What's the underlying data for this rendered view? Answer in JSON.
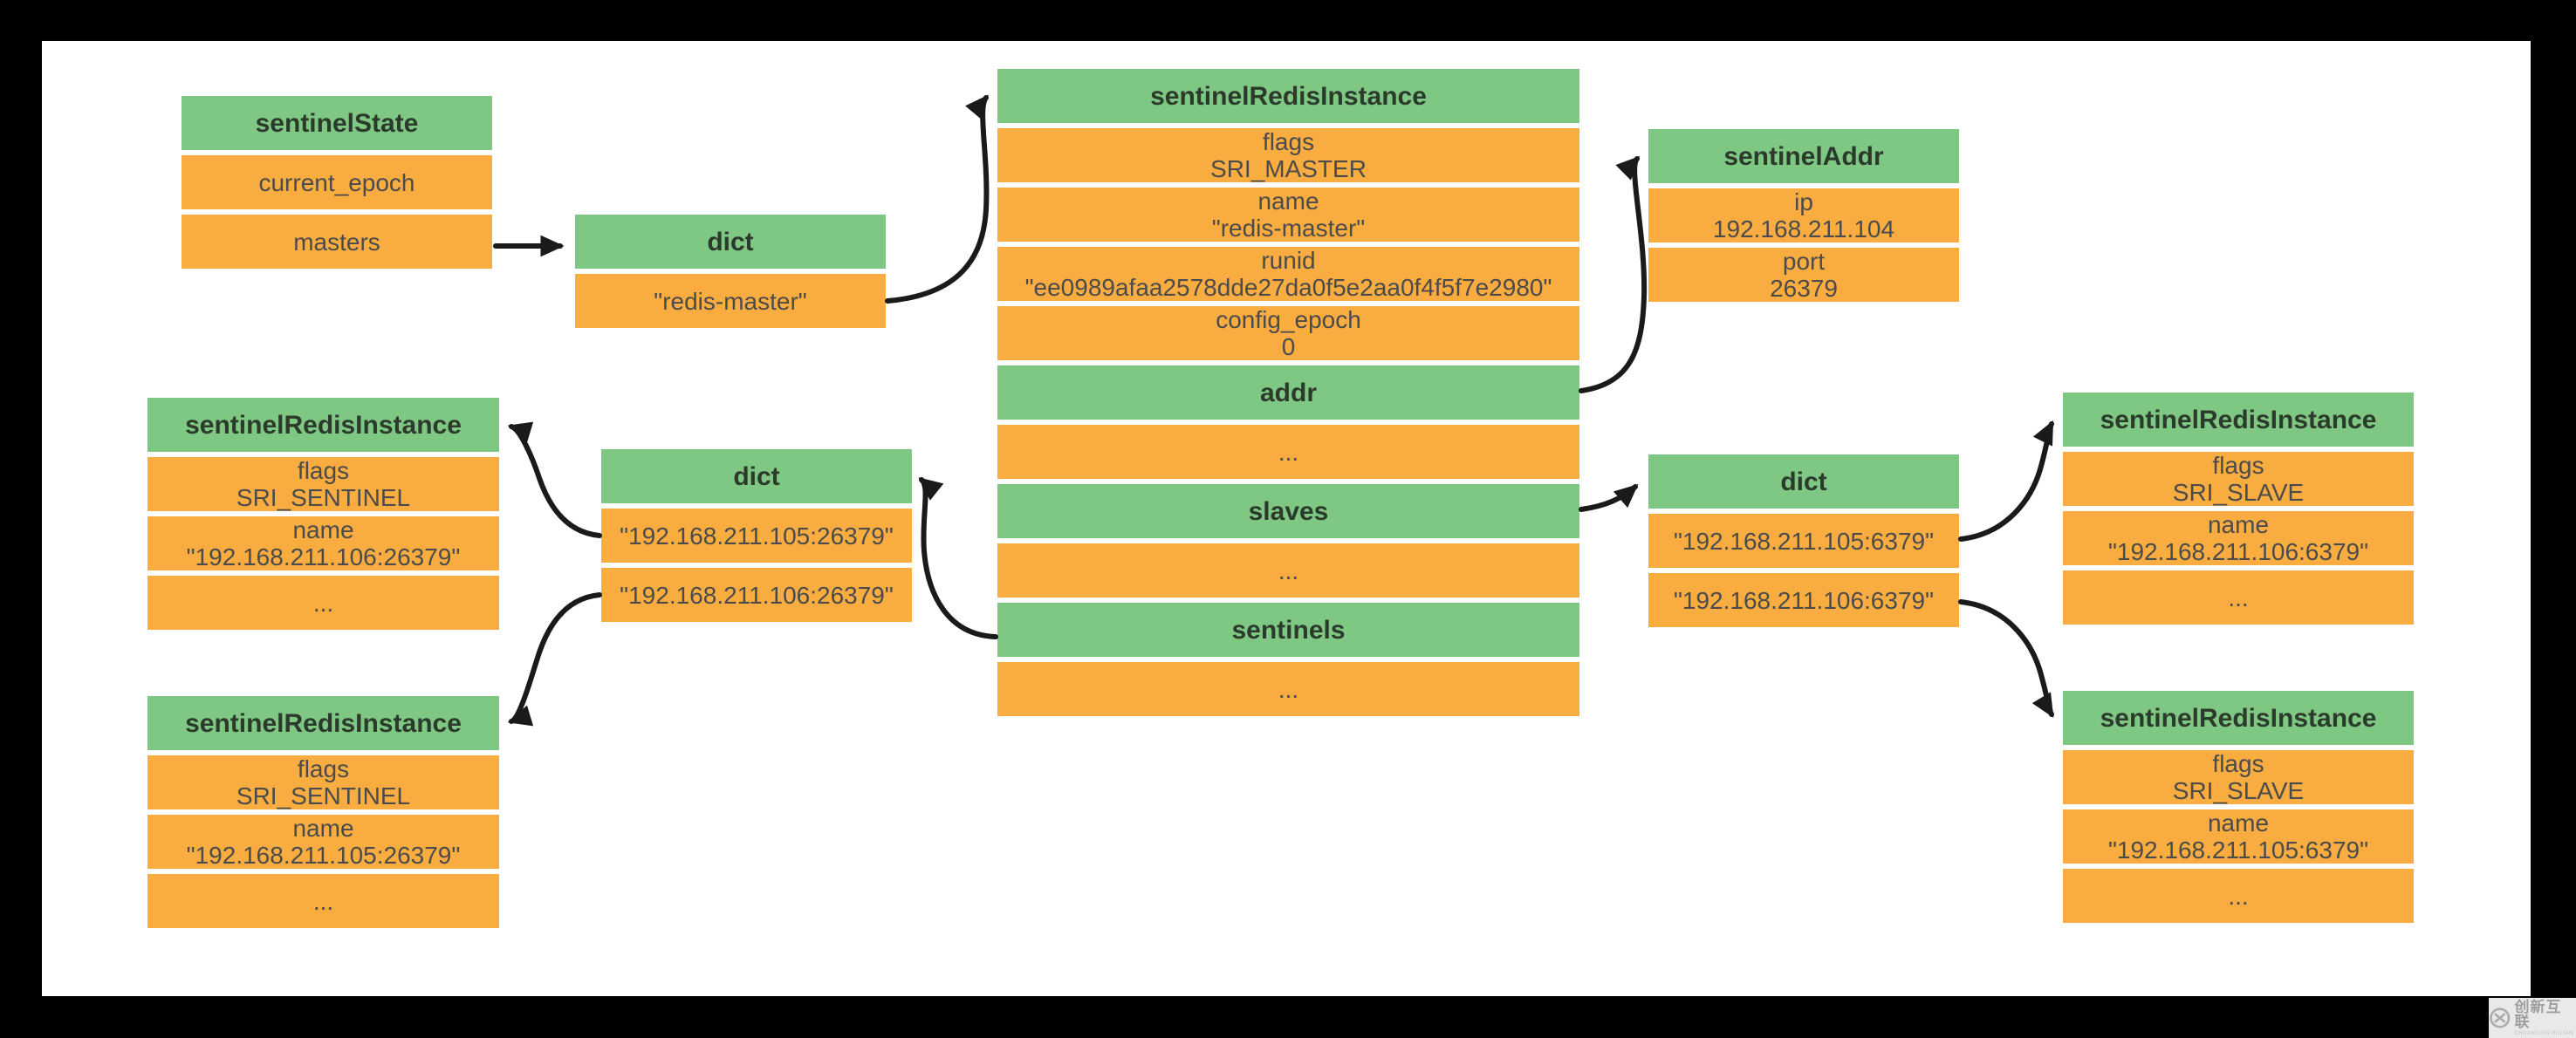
{
  "colors": {
    "green": "#7ec883",
    "orange": "#f9ac40",
    "arrow": "#1a1a1a",
    "canvas": "#ffffff",
    "frame": "#000000"
  },
  "nodes": {
    "sentinel_state": {
      "title": "sentinelState",
      "rows": [
        {
          "label": "current_epoch"
        },
        {
          "label": "masters"
        }
      ]
    },
    "dict_masters": {
      "title": "dict",
      "rows": [
        {
          "label": "\"redis-master\""
        }
      ]
    },
    "master_instance": {
      "title": "sentinelRedisInstance",
      "rows": [
        {
          "label": "flags",
          "value": "SRI_MASTER"
        },
        {
          "label": "name",
          "value": "\"redis-master\""
        },
        {
          "label": "runid",
          "value": "\"ee0989afaa2578dde27da0f5e2aa0f4f5f7e2980\""
        },
        {
          "label": "config_epoch",
          "value": "0"
        },
        {
          "label": "addr"
        },
        {
          "label": "..."
        },
        {
          "label": "slaves"
        },
        {
          "label": "..."
        },
        {
          "label": "sentinels"
        },
        {
          "label": "..."
        }
      ]
    },
    "sentinel_addr": {
      "title": "sentinelAddr",
      "rows": [
        {
          "label": "ip",
          "value": "192.168.211.104"
        },
        {
          "label": "port",
          "value": "26379"
        }
      ]
    },
    "dict_slaves": {
      "title": "dict",
      "rows": [
        {
          "label": "\"192.168.211.105:6379\""
        },
        {
          "label": "\"192.168.211.106:6379\""
        }
      ]
    },
    "slave_106": {
      "title": "sentinelRedisInstance",
      "rows": [
        {
          "label": "flags",
          "value": "SRI_SLAVE"
        },
        {
          "label": "name",
          "value": "\"192.168.211.106:6379\""
        },
        {
          "label": "..."
        }
      ]
    },
    "slave_105": {
      "title": "sentinelRedisInstance",
      "rows": [
        {
          "label": "flags",
          "value": "SRI_SLAVE"
        },
        {
          "label": "name",
          "value": "\"192.168.211.105:6379\""
        },
        {
          "label": "..."
        }
      ]
    },
    "dict_sentinels": {
      "title": "dict",
      "rows": [
        {
          "label": "\"192.168.211.105:26379\""
        },
        {
          "label": "\"192.168.211.106:26379\""
        }
      ]
    },
    "sentinel_106": {
      "title": "sentinelRedisInstance",
      "rows": [
        {
          "label": "flags",
          "value": "SRI_SENTINEL"
        },
        {
          "label": "name",
          "value": "\"192.168.211.106:26379\""
        },
        {
          "label": "..."
        }
      ]
    },
    "sentinel_105": {
      "title": "sentinelRedisInstance",
      "rows": [
        {
          "label": "flags",
          "value": "SRI_SENTINEL"
        },
        {
          "label": "name",
          "value": "\"192.168.211.105:26379\""
        },
        {
          "label": "..."
        }
      ]
    }
  },
  "watermark": {
    "text": "创新互联",
    "subtext": "CHUANGXIN HULIAN"
  }
}
